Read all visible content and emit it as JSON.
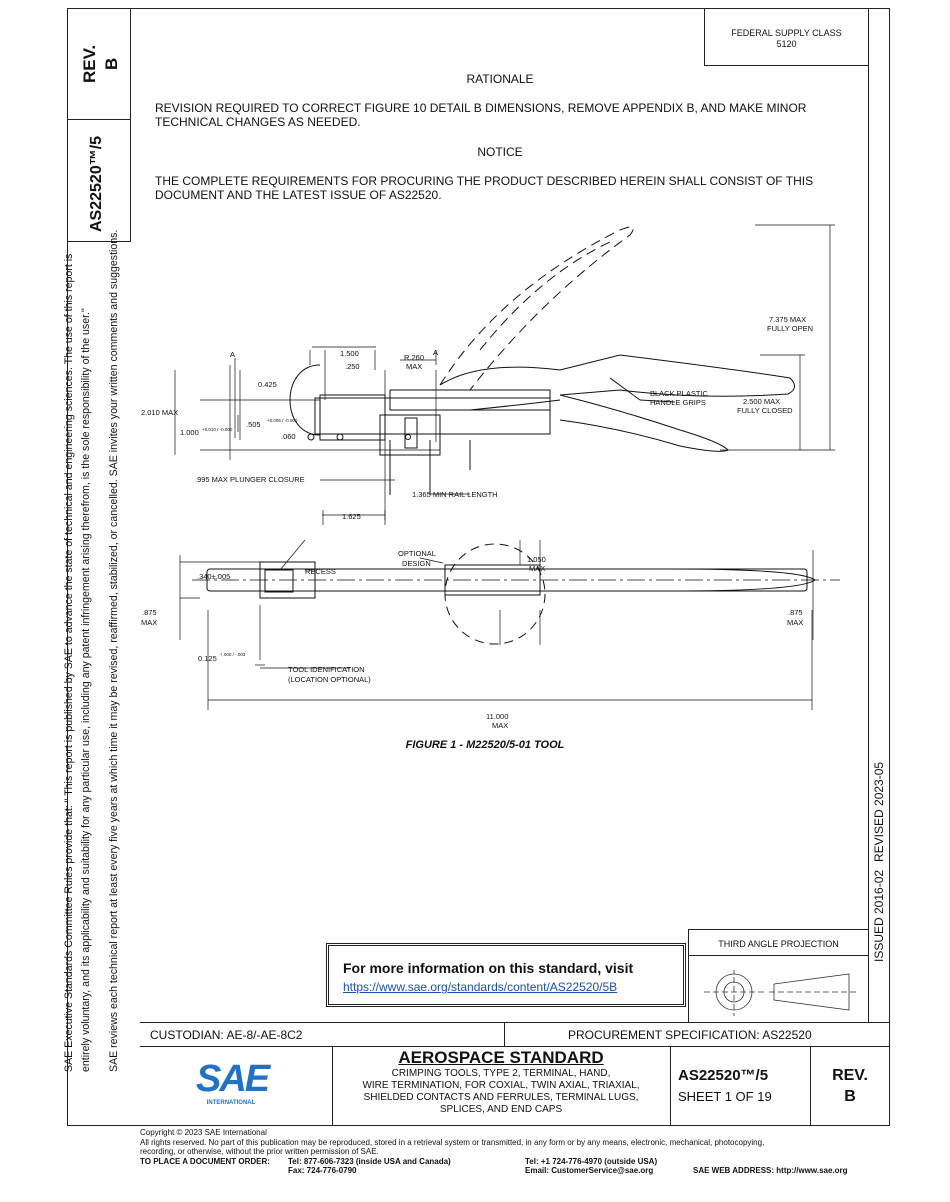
{
  "header": {
    "federal_supply_class_label": "FEDERAL SUPPLY CLASS",
    "federal_supply_class_value": "5120"
  },
  "sidebar": {
    "rev_label": "REV.",
    "rev_value": "B",
    "doc_number": "AS22520™/5",
    "disclaimer_line1": "SAE Executive Standards Committee Rules provide that: \" This report is published by SAE to advance the state of technical and engineering sciences. The use of this report is",
    "disclaimer_line2": "entirely voluntary, and its applicability and suitability for any particular use, including any patent infringement arising therefrom, is the sole responsibility of the user.\"",
    "disclaimer_line3": "SAE reviews each technical report at least every five years at which time it may be revised, reaffirmed, stabilized, or cancelled. SAE invites your written comments and suggestions.",
    "issued": "ISSUED 2016-02",
    "revised": "REVISED 2023-05"
  },
  "rationale": {
    "title": "RATIONALE",
    "text": "REVISION REQUIRED TO CORRECT FIGURE 10 DETAIL B DIMENSIONS, REMOVE APPENDIX B, AND MAKE MINOR TECHNICAL CHANGES AS NEEDED."
  },
  "notice": {
    "title": "NOTICE",
    "text": "THE COMPLETE REQUIREMENTS FOR PROCURING THE PRODUCT DESCRIBED HEREIN SHALL CONSIST OF THIS DOCUMENT AND THE LATEST ISSUE OF AS22520."
  },
  "figure": {
    "caption": "FIGURE 1 - M22520/5-01 TOOL",
    "labels": {
      "a_left": "A",
      "a_right": "A",
      "d1500": "1.500",
      "d250": ".250",
      "r260": "R.260",
      "max": "MAX",
      "d425": "0.425",
      "d2010": "2.010 MAX",
      "d505": ".505",
      "d505_tol": "+0.005 / -0.000",
      "d1000": "1.000",
      "d1000_tol": "+0.010 / -0.000",
      "d060": ".060",
      "plunger": ".995 MAX PLUNGER CLOSURE",
      "rail": "1.365 MIN RAIL LENGTH",
      "d1625": "1.625",
      "fully_open_1": "7.375 MAX",
      "fully_open_2": "FULLY OPEN",
      "grips_1": "BLACK PLASTIC",
      "grips_2": "HANDLE GRIPS",
      "closed_1": "2.500 MAX",
      "closed_2": "FULLY CLOSED",
      "optional_1": "OPTIONAL",
      "optional_2": "DESIGN",
      "d1050": "1.050",
      "d340": ".340±.005",
      "recess": "RECESS",
      "d875": ".875",
      "d0125": "0.125",
      "d0125_tol": "+.000 / -.003",
      "tool_id_1": "TOOL IDENIFICATION",
      "tool_id_2": "(LOCATION OPTIONAL)",
      "d11000": "11.000"
    }
  },
  "info_box": {
    "line1": "For more information on this standard, visit",
    "link": "https://www.sae.org/standards/content/AS22520/5B"
  },
  "projection": {
    "label": "THIRD ANGLE PROJECTION"
  },
  "title_block": {
    "custodian": "CUSTODIAN: AE-8/-AE-8C2",
    "procurement": "PROCUREMENT SPECIFICATION: AS22520",
    "logo_text": "SAE",
    "logo_sub": "INTERNATIONAL",
    "standard_heading": "AEROSPACE STANDARD",
    "title_line1": "CRIMPING TOOLS, TYPE 2, TERMINAL, HAND,",
    "title_line2": "WIRE TERMINATION, FOR COXIAL, TWIN AXIAL, TRIAXIAL,",
    "title_line3": "SHIELDED CONTACTS AND FERRULES, TERMINAL LUGS,",
    "title_line4": "SPLICES, AND END CAPS",
    "doc_number": "AS22520™/5",
    "sheet": "SHEET 1 OF 19",
    "rev_label": "REV.",
    "rev_value": "B"
  },
  "footer": {
    "copyright": "Copyright © 2023 SAE International",
    "rights1": "All rights reserved. No part of this publication may be reproduced, stored in a retrieval system or transmitted, in any form or by any means, electronic, mechanical, photocopying,",
    "rights2": "recording, or otherwise, without the prior written permission of SAE.",
    "order_label": "TO PLACE A DOCUMENT ORDER:",
    "tel_usa": "Tel: 877-606-7323 (inside USA and Canada)",
    "fax": "Fax: 724-776-0790",
    "tel_outside": "Tel: +1 724-776-4970 (outside USA)",
    "email": "Email: CustomerService@sae.org",
    "web": "SAE WEB ADDRESS: http://www.sae.org"
  }
}
